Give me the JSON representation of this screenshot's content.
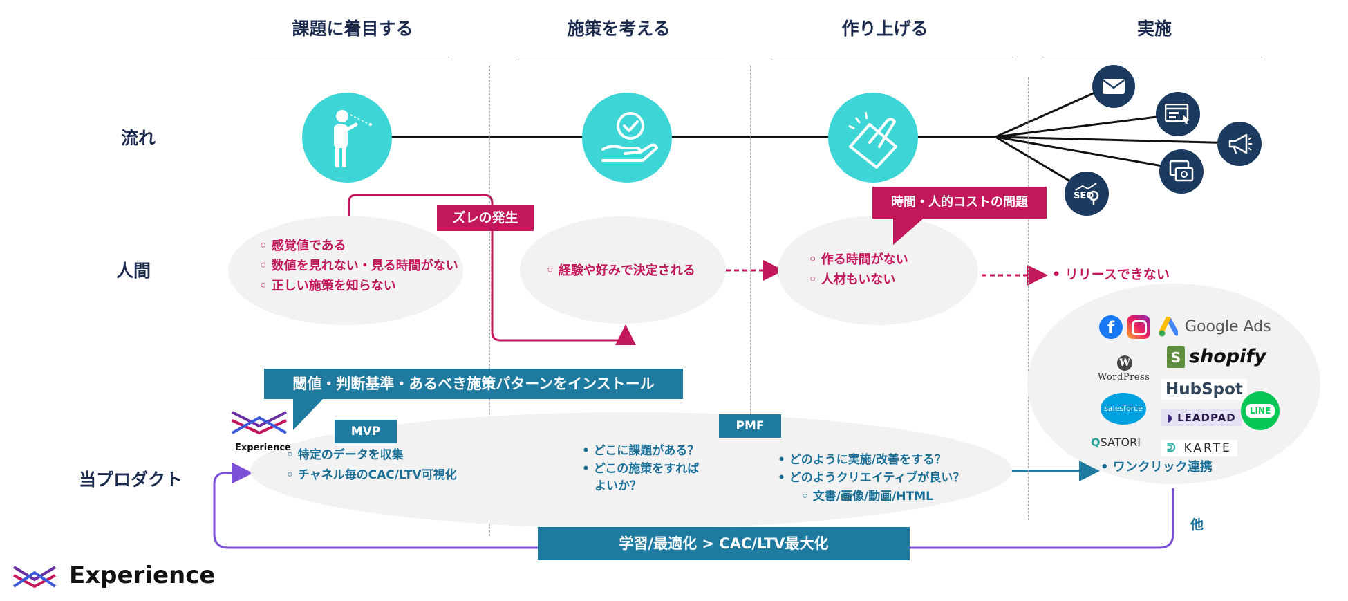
{
  "columns": {
    "c1": "課題に着目する",
    "c2": "施策を考える",
    "c3": "作り上げる",
    "c4": "実施"
  },
  "rows": {
    "flow": "流れ",
    "human": "人間",
    "product": "当プロダクト"
  },
  "human": {
    "e1": [
      "感覚値である",
      "数値を見れない・見る時間がない",
      "正しい施策を知らない"
    ],
    "e2": [
      "経験や好みで決定される"
    ],
    "e3": [
      "作る時間がない",
      "人材もいない"
    ],
    "result": "リリースできない",
    "gap_tag": "ズレの発生",
    "cost_tag": "時間・人的コストの問題"
  },
  "product": {
    "install_tag": "閾値・判断基準・あるべき施策パターンをインストール",
    "brand_small": "Experience",
    "mvp_tag": "MVP",
    "pmf_tag": "PMF",
    "e1": [
      "特定のデータを収集",
      "チャネル毎のCAC/LTV可視化"
    ],
    "e2": [
      "どこに課題がある？",
      "どこの施策をすれば",
      "よいか？"
    ],
    "e3": [
      "どのように実施/改善をする？",
      "どのようクリエイティブが良い？",
      "文書/画像/動画/HTML"
    ],
    "one_click": "ワンクリック連携",
    "learn_tag": "学習/最適化 > CAC/LTV最大化",
    "other": "他"
  },
  "tools": {
    "google_ads": "Google Ads",
    "shopify": "shopify",
    "wordpress": "WordPress",
    "hubspot": "HubSpot",
    "salesforce": "salesforce",
    "leadpad": "LEADPAD",
    "line": "LINE",
    "satori": "SATORI",
    "karte": "KARTE",
    "seo": "SEO"
  },
  "brand": {
    "name": "Experience"
  },
  "colors": {
    "teal": "#3dd5d6",
    "navy": "#1c3a5e",
    "pink": "#c2185b",
    "blue": "#1f7aa0",
    "purple": "#7b4fd6"
  }
}
